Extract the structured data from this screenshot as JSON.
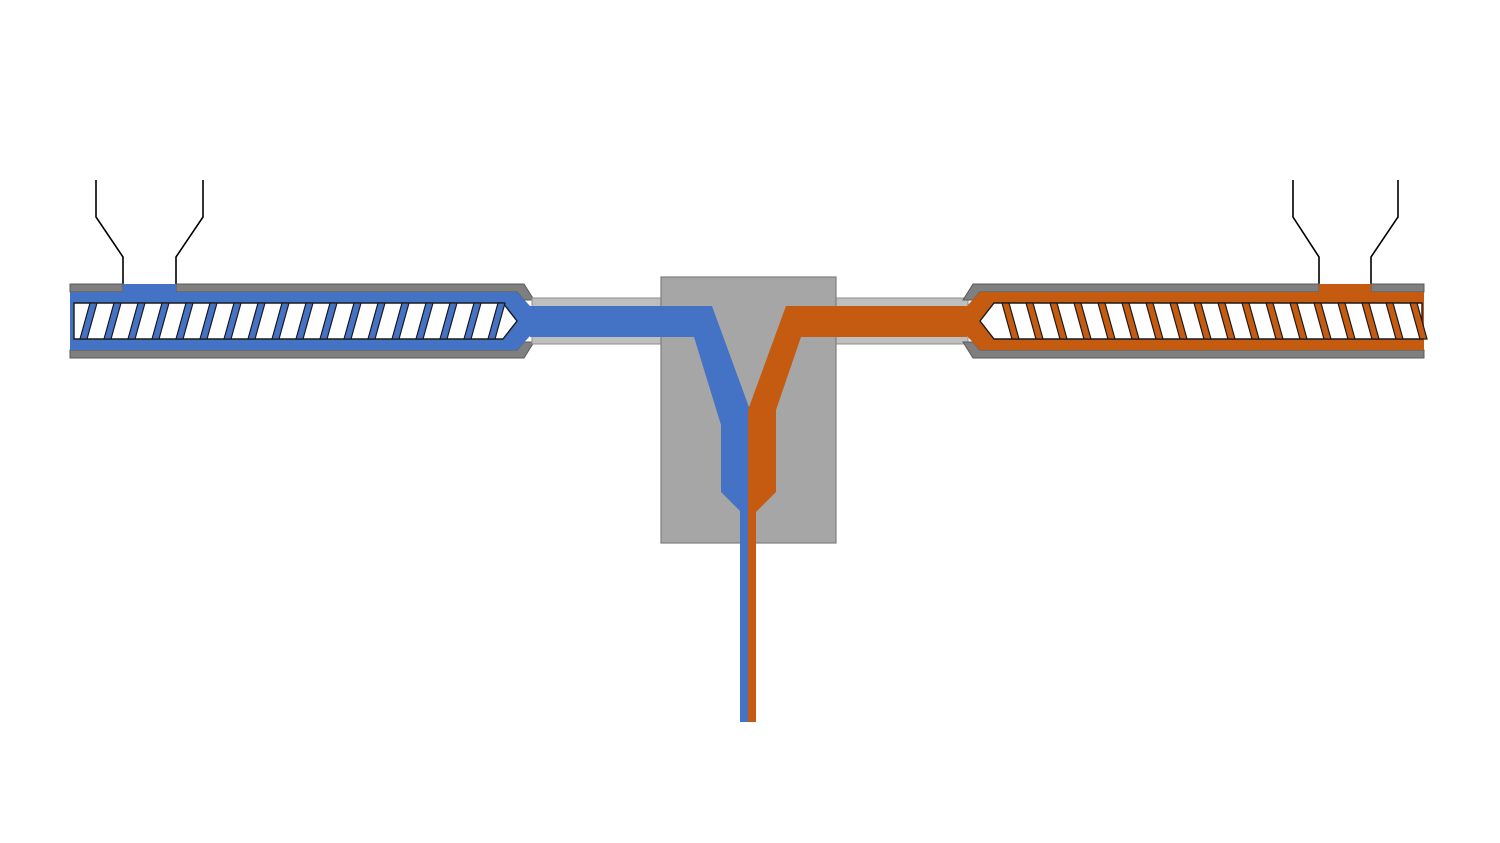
{
  "colors": {
    "background": "#ffffff",
    "left_polymer": "#4472C4",
    "right_polymer": "#C55A11",
    "barrel_gray": "#7F7F7F",
    "barrel_outline": "#595959",
    "die_gray": "#A6A6A6",
    "adapter_gray": "#BFBFBF",
    "screw_flight": "#ffffff",
    "hopper_line": "#000000"
  },
  "components": {
    "left_extruder": {
      "hopper": "hopper-left",
      "screw": "screw-left",
      "polymer": "left_polymer"
    },
    "right_extruder": {
      "hopper": "hopper-right",
      "screw": "screw-right",
      "polymer": "right_polymer"
    },
    "die": {
      "layers": [
        "left_polymer",
        "right_polymer"
      ],
      "output": "bicomponent-filament"
    }
  }
}
